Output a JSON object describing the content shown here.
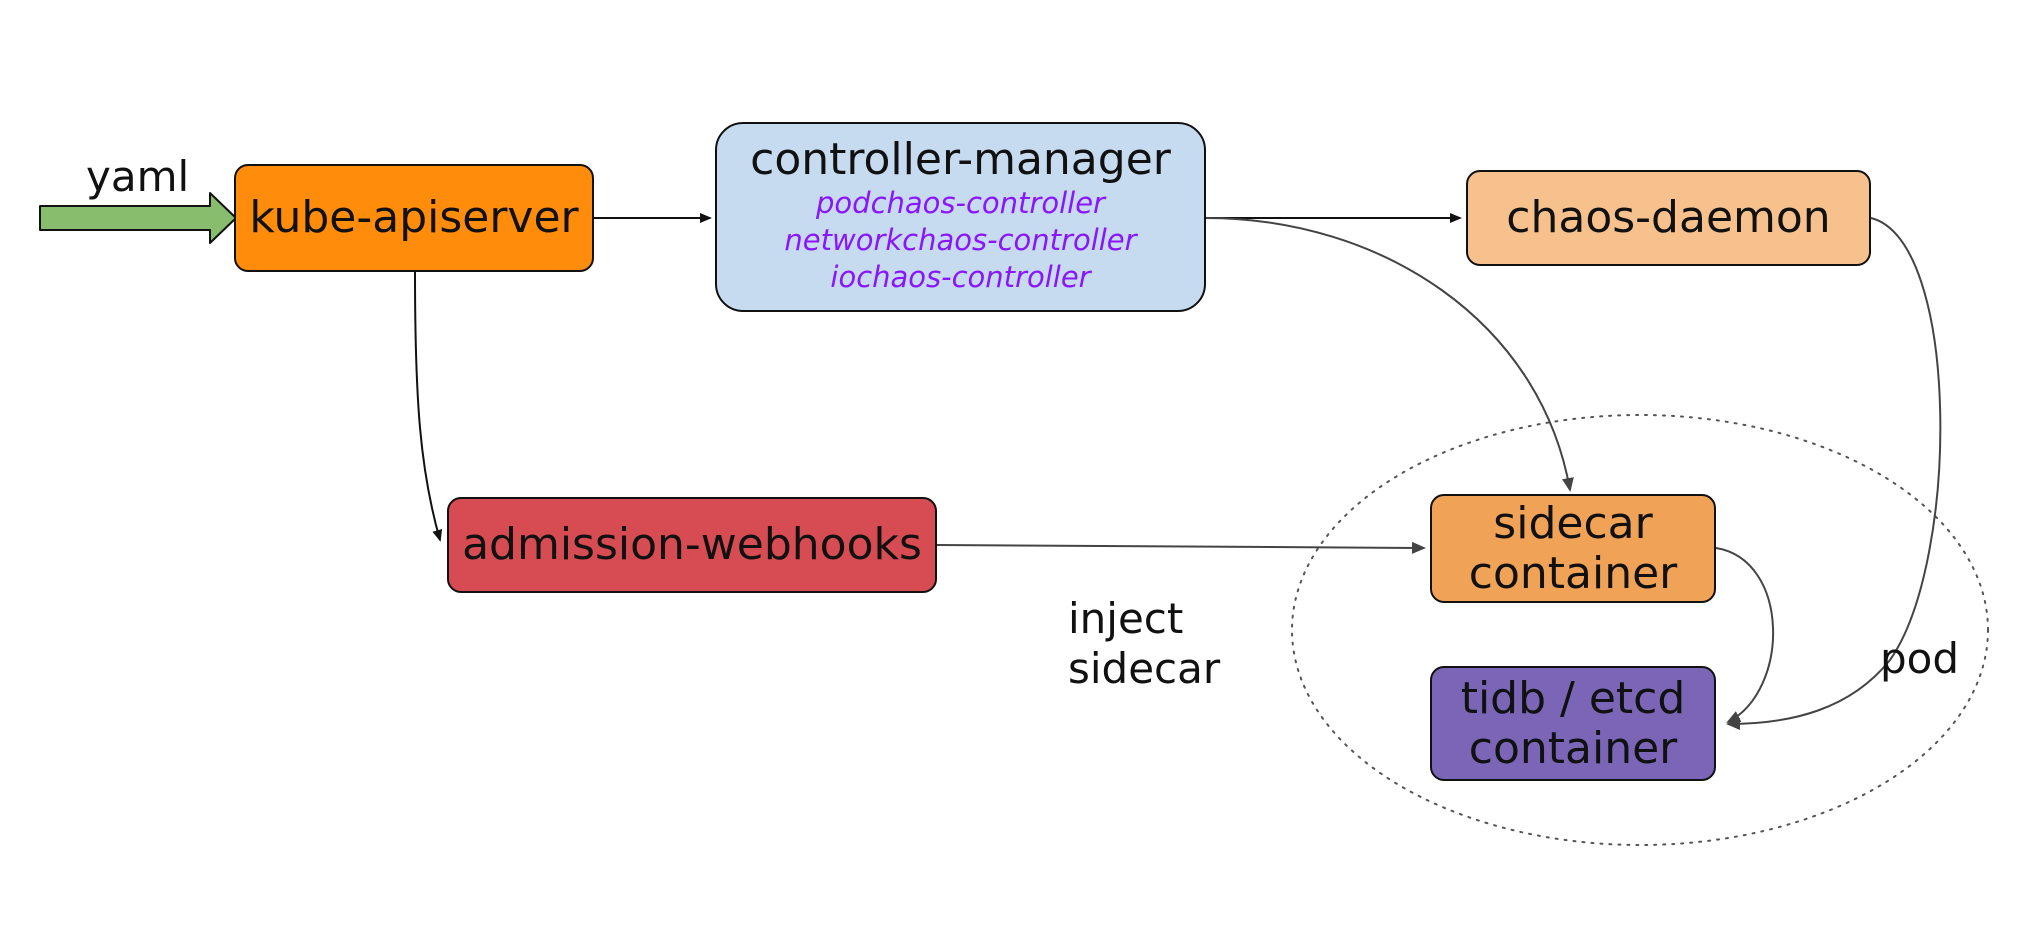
{
  "labels": {
    "yaml": "yaml",
    "inject_line1": "inject",
    "inject_line2": "sidecar",
    "pod": "pod"
  },
  "nodes": {
    "kube_apiserver": {
      "label": "kube-apiserver",
      "fill": "#ff8c0a"
    },
    "controller_manager": {
      "label": "controller-manager",
      "fill": "#c6dbf0",
      "controllers": [
        "podchaos-controller",
        "networkchaos-controller",
        "iochaos-controller"
      ],
      "controller_color": "#8a16ff"
    },
    "chaos_daemon": {
      "label": "chaos-daemon",
      "fill": "#f6c18d"
    },
    "admission_webhooks": {
      "label": "admission-webhooks",
      "fill": "#d74c52"
    },
    "sidecar": {
      "line1": "sidecar",
      "line2": "container",
      "fill": "#f0a257"
    },
    "tidb": {
      "line1": "tidb / etcd",
      "line2": "container",
      "fill": "#7a65b6"
    }
  },
  "colors": {
    "input_arrow": "#88bd6e",
    "edge": "#111111",
    "edge_grey": "#444444",
    "pod_outline": "#555555"
  }
}
